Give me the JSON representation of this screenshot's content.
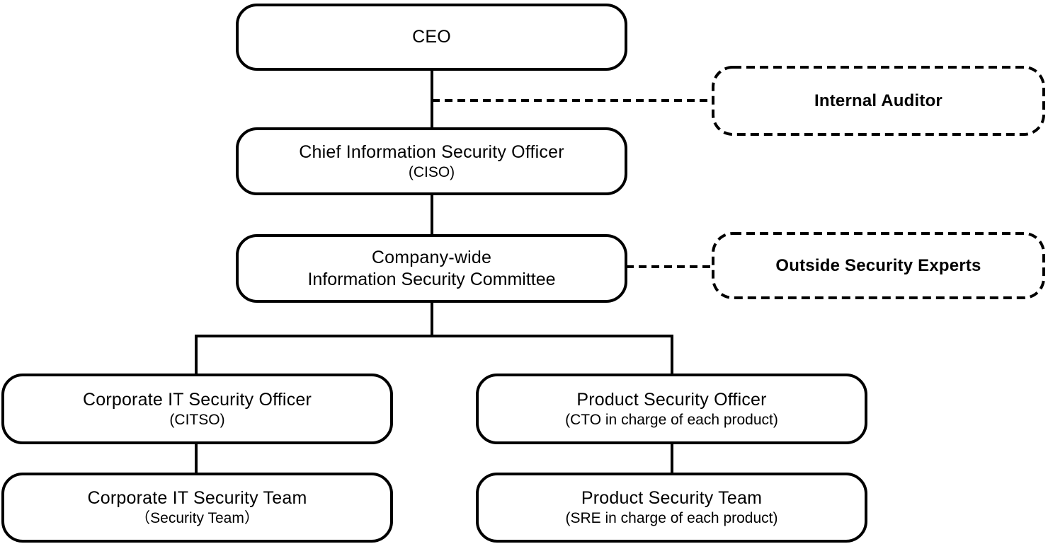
{
  "colors": {
    "background": "#ffffff",
    "line": "#000000",
    "box_fill": "#ffffff",
    "text": "#000000"
  },
  "nodes": {
    "ceo": {
      "title": "CEO"
    },
    "internal_auditor": {
      "title": "Internal Auditor"
    },
    "ciso": {
      "title": "Chief Information Security Officer",
      "subtitle": "(CISO)"
    },
    "committee": {
      "title": "Company-wide",
      "subtitle": "Information Security Committee"
    },
    "outside_experts": {
      "title": "Outside Security Experts"
    },
    "corporate_it_security_officer": {
      "title": "Corporate IT Security Officer",
      "subtitle": "(CITSO)"
    },
    "corporate_it_security_team": {
      "title": "Corporate IT Security Team",
      "subtitle": "（Security Team）"
    },
    "product_security_officer": {
      "title": "Product Security Officer",
      "subtitle": "(CTO in charge of each product)"
    },
    "product_security_team": {
      "title": "Product Security Team",
      "subtitle": "(SRE in charge of each product)"
    }
  }
}
